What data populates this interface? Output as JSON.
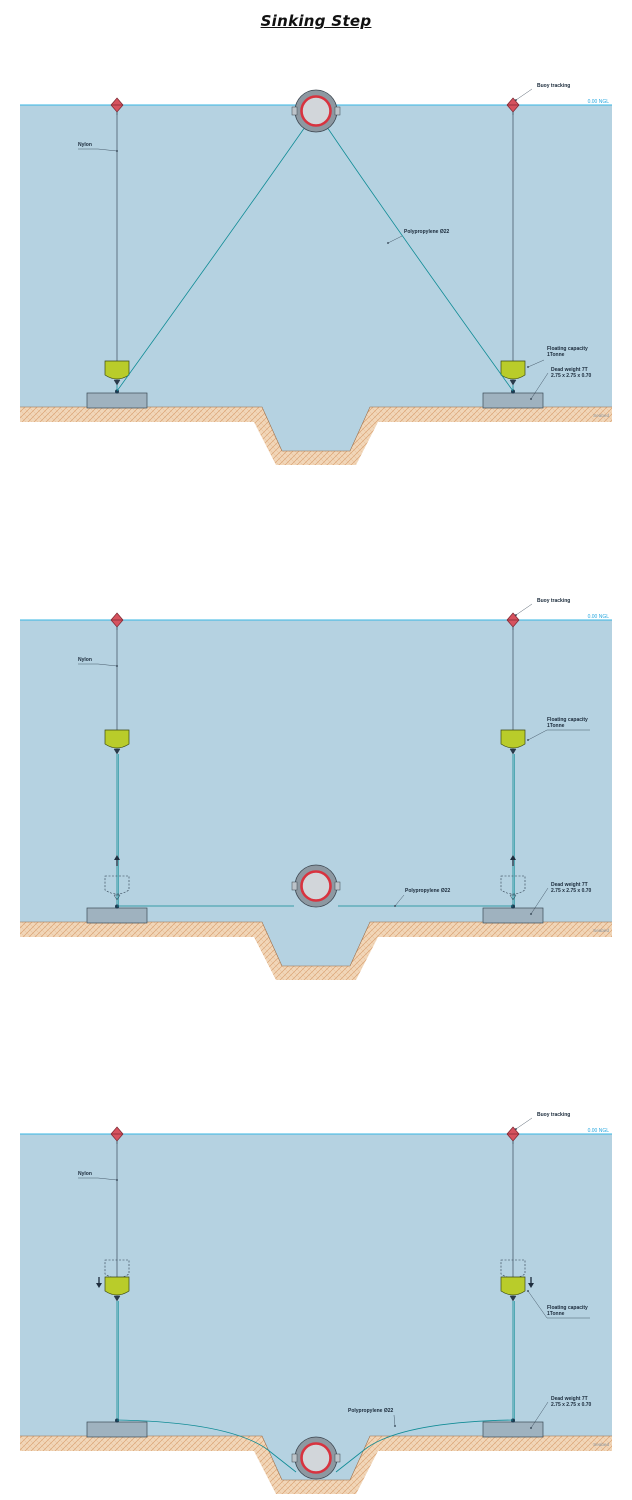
{
  "title": "Sinking Step",
  "colors": {
    "water": "#b5d2e1",
    "surface_line": "#36b6e3",
    "seabed_fill": "#f1d6b8",
    "seabed_hatch": "#d69a68",
    "line_blue": "#0f8b95",
    "buoy": "#d6525e",
    "float": "#b9cc2a",
    "deadweight": "#9fb2bf",
    "pipe_ring": "#d8333f",
    "pipe_body": "#8d98a1"
  },
  "panels": [
    {
      "buoy_tracking": "Buoy tracking",
      "ngl": "0.00 NGL",
      "nylon": "Nylon",
      "polypropylene": "Polypropylene Ø22",
      "floating_capacity": [
        "Floating capacity",
        "1Tonne"
      ],
      "dead_weight": [
        "Dead weight 7T",
        "2.75 x 2.75 x 0.70"
      ],
      "seabed": "Seabed"
    },
    {
      "buoy_tracking": "Buoy tracking",
      "ngl": "0.00 NGL",
      "nylon": "Nylon",
      "polypropylene": "Polypropylene Ø22",
      "floating_capacity": [
        "Floating capacity",
        "1Tonne"
      ],
      "dead_weight": [
        "Dead weight 7T",
        "2.75 x 2.75 x 0.70"
      ],
      "seabed": "Seabed"
    },
    {
      "buoy_tracking": "Buoy tracking",
      "ngl": "0.00 NGL",
      "nylon": "Nylon",
      "polypropylene": "Polypropylene Ø22",
      "floating_capacity": [
        "Floating capacity",
        "1Tonne"
      ],
      "dead_weight": [
        "Dead weight 7T",
        "2.75 x 2.75 x 0.70"
      ],
      "seabed": "Seabed"
    }
  ]
}
